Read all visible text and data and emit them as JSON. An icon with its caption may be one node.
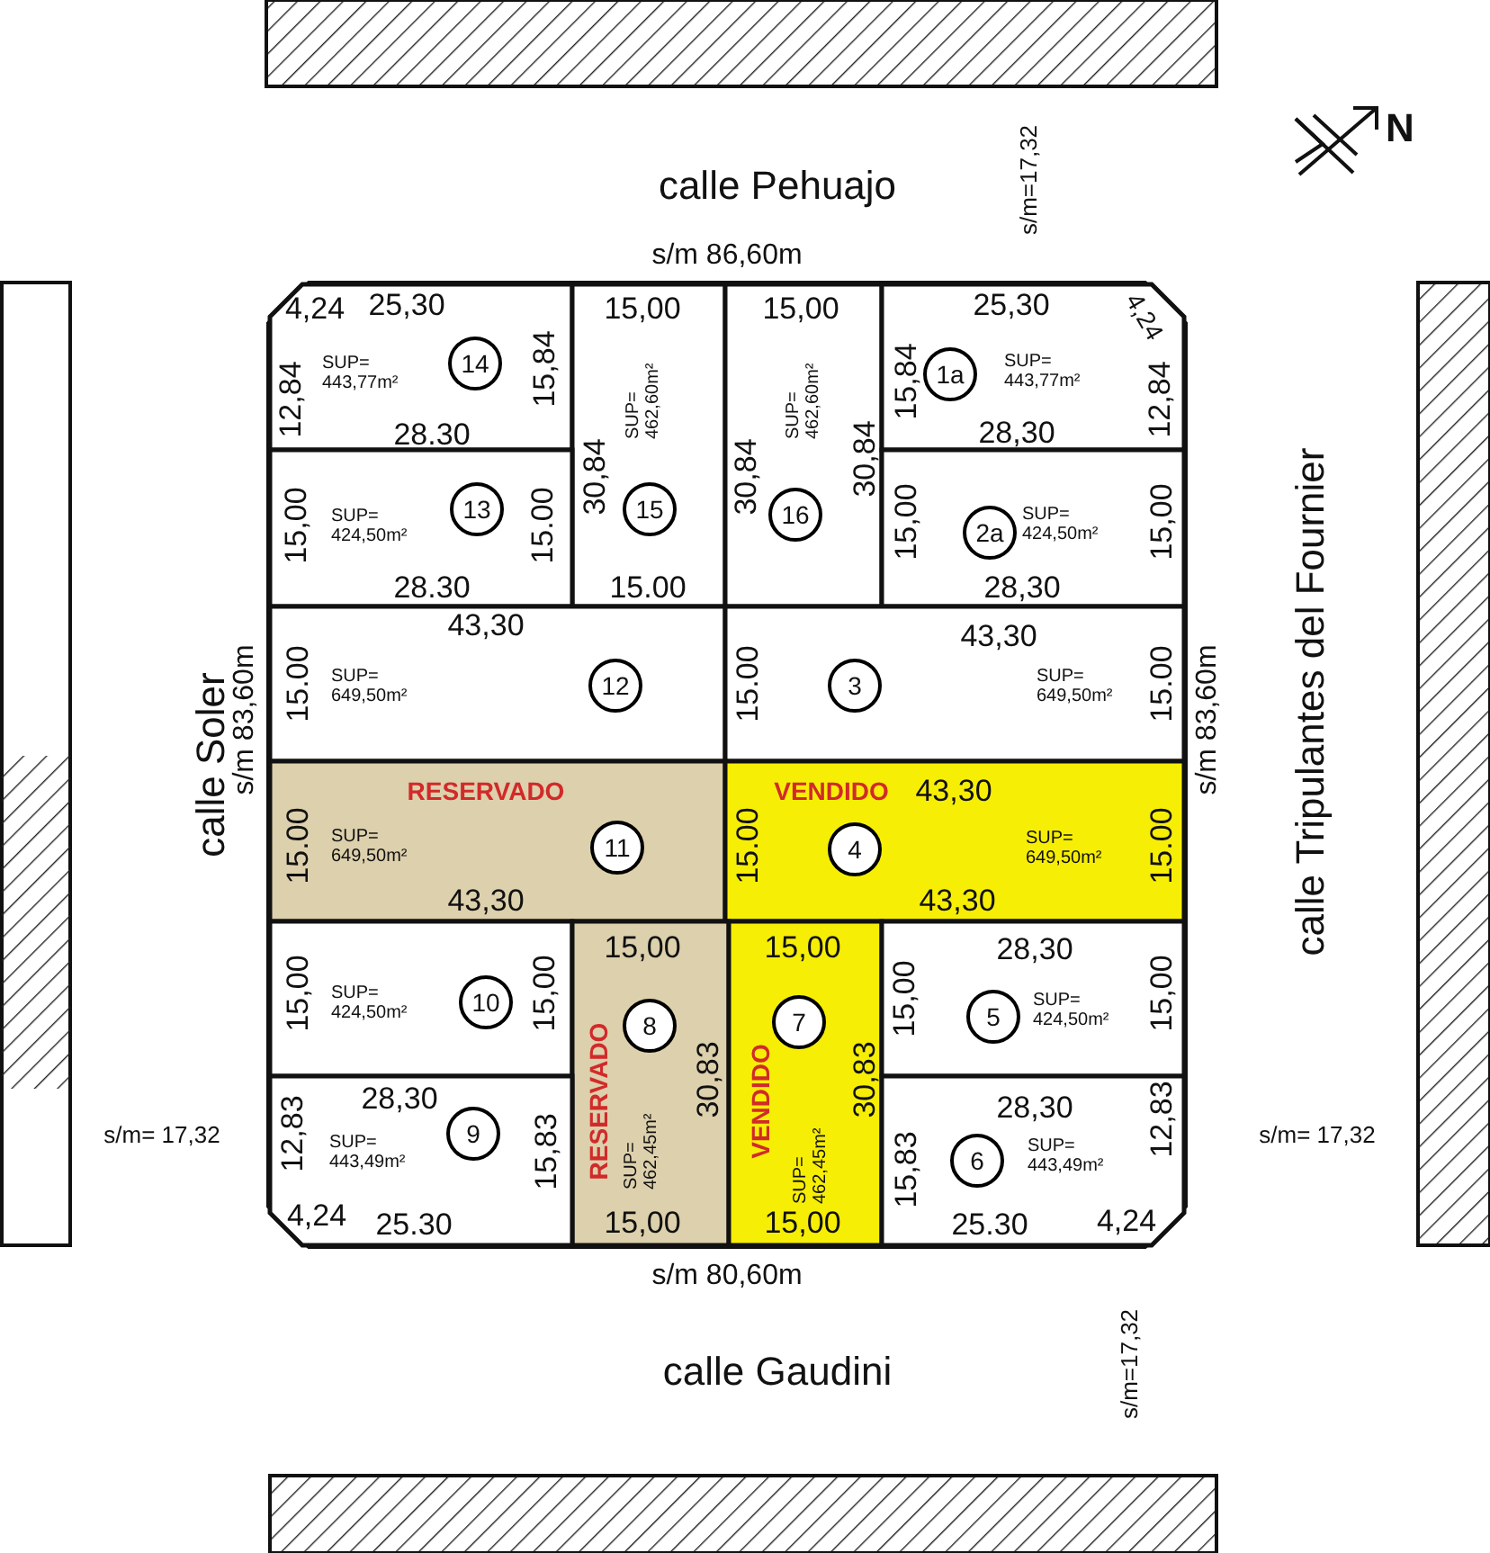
{
  "diagram": {
    "nodes": [
      {
        "text": [
          "4,24",
          "25,30",
          "12,84",
          "SUP= 443,77m²",
          "15,84",
          "28.30"
        ]
      },
      {
        "text": [
          "14"
        ],
        "in": 0
      },
      {
        "text": [
          "15,00",
          "30,84",
          "SUP= 462,60m²",
          "15.00"
        ]
      },
      {
        "text": [
          "15"
        ],
        "in": 2
      },
      {
        "text": [
          "15,00",
          "30,84",
          "SUP= 462,60m²",
          "30,84"
        ]
      },
      {
        "text": [
          "16"
        ],
        "in": 4
      },
      {
        "text": [
          "25,30",
          "4,24",
          "15,84",
          "SUP= 443,77m²",
          "12,84",
          "28,30"
        ]
      },
      {
        "text": [
          "1a"
        ],
        "in": 6
      },
      {
        "text": [
          "15,00",
          "SUP= 424,50m²",
          "15.00",
          "28.30"
        ]
      },
      {
        "text": [
          "13"
        ],
        "in": 8
      },
      {
        "text": [
          "15,00",
          "SUP= 424,50m²",
          "15,00",
          "28,30"
        ]
      },
      {
        "text": [
          "2a"
        ],
        "in": 10
      },
      {
        "text": [
          "43,30",
          "15.00",
          "SUP= 649,50m²"
        ]
      },
      {
        "text": [
          "12"
        ],
        "in": 12
      },
      {
        "text": [
          "15.00",
          "43,30",
          "SUP= 649,50m²",
          "15.00"
        ]
      },
      {
        "text": [
          "3"
        ],
        "in": 14
      },
      {
        "text": [
          "RESERVADO",
          "15.00",
          "SUP= 649,50m²",
          "43,30"
        ]
      },
      {
        "text": [
          "11"
        ],
        "in": 16
      },
      {
        "text": [
          "VENDIDO",
          "43,30",
          "15.00",
          "SUP= 649,50m²",
          "15.00",
          "43,30"
        ]
      },
      {
        "text": [
          "4"
        ],
        "in": 18
      },
      {
        "text": [
          "15,00",
          "SUP= 424,50m²",
          "15,00"
        ]
      },
      {
        "text": [
          "10"
        ],
        "in": 20
      },
      {
        "text": [
          "15,00",
          "RESERVADO",
          "SUP= 462,45m²",
          "30,83",
          "15,00"
        ]
      },
      {
        "text": [
          "8"
        ],
        "in": 22
      },
      {
        "text": [
          "15,00",
          "VENDIDO",
          "SUP= 462,45m²",
          "30,83",
          "15,00"
        ]
      },
      {
        "text": [
          "7"
        ],
        "in": 24
      },
      {
        "text": [
          "28,30",
          "15,00",
          "SUP= 424,50m²",
          "15,00"
        ]
      },
      {
        "text": [
          "5"
        ],
        "in": 26
      },
      {
        "text": [
          "12,83",
          "28,30",
          "SUP= 443,49m²",
          "15,83",
          "4,24",
          "25.30"
        ]
      },
      {
        "text": [
          "9"
        ],
        "in": 28
      },
      {
        "text": [
          "28,30",
          "15,83",
          "SUP= 443,49m²",
          "12,83",
          "25.30",
          "4,24"
        ]
      },
      {
        "text": [
          "6"
        ],
        "in": 30
      }
    ],
    "labels": [
      "calle Pehuajo",
      "s/m=17,32",
      "N",
      "s/m 86,60m",
      "calle Soler",
      "s/m 83,60m",
      "calle Tripulantes del Fournier",
      "s/m 83,60m",
      "s/m= 17,32",
      "s/m= 17,32",
      "s/m 80,60m",
      "calle Gaudini",
      "s/m=17,32"
    ]
  }
}
